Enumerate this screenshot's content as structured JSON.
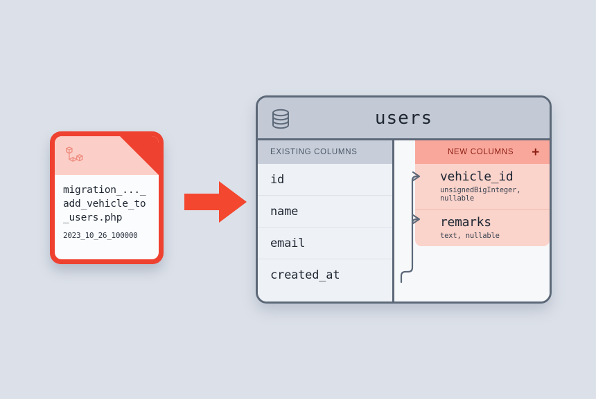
{
  "canvas": {
    "background_color": "#dce1e9"
  },
  "migration_file": {
    "icon": "laravel-logo-icon",
    "filename": "migration_..._add_vehicle_to_users.php",
    "timestamp": "2023_10_26_100000",
    "accent_color": "#ef4130",
    "header_color": "#fbcfc8"
  },
  "flow_arrow": {
    "icon": "right-arrow-icon",
    "color": "#f4472f"
  },
  "table_panel": {
    "icon": "database-icon",
    "title": "users",
    "border_color": "#5c6878",
    "header_color": "#c3cad6",
    "existing": {
      "header_label": "EXISTING COLUMNS",
      "columns": [
        {
          "name": "id"
        },
        {
          "name": "name"
        },
        {
          "name": "email"
        },
        {
          "name": "created_at"
        }
      ]
    },
    "new": {
      "header_label": "NEW COLUMNS",
      "add_icon": "plus-icon",
      "accent_color": "#f9a79b",
      "body_color": "#fad3cb",
      "text_color": "#8e1f14",
      "columns": [
        {
          "name": "vehicle_id",
          "type": "unsignedBigInteger, nullable",
          "arrow": "arrow-right-icon"
        },
        {
          "name": "remarks",
          "type": "text, nullable",
          "arrow": "arrow-right-icon"
        }
      ]
    }
  }
}
